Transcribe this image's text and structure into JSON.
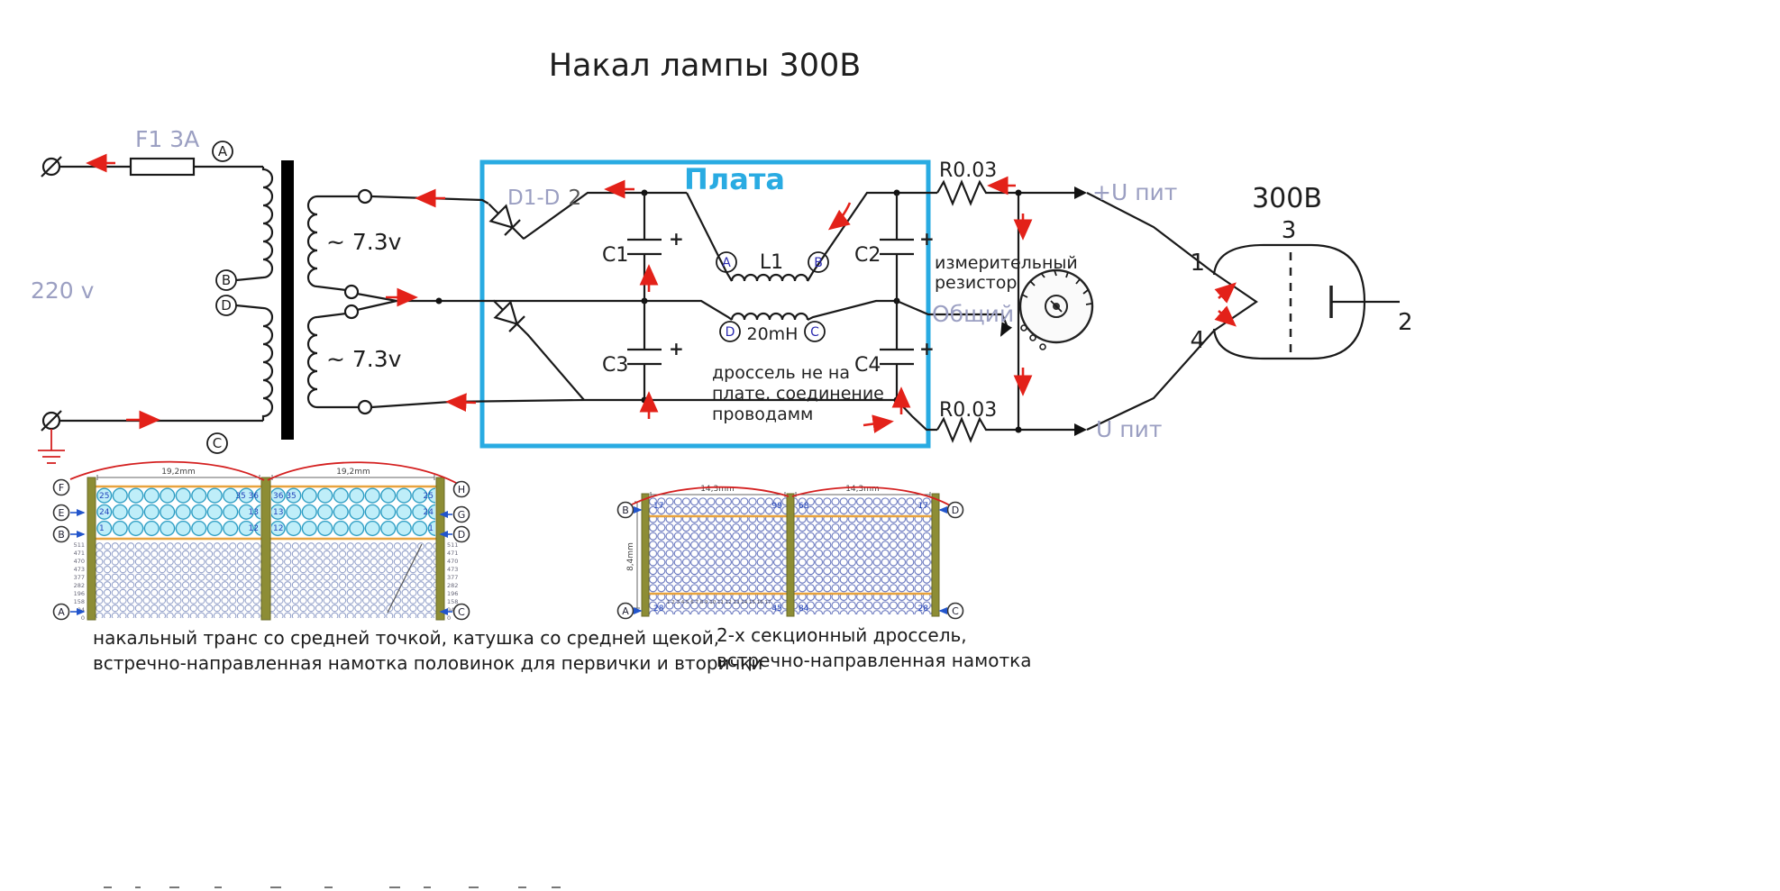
{
  "title": "Накал лампы 300В",
  "colors": {
    "accent_blue": "#29abe2",
    "label_gray": "#9b9fc2",
    "annotation_red": "#e32119",
    "wire_black": "#1a1a1a",
    "coil_cyan": "#bfeef9",
    "flange_olive": "#8d8d35",
    "separator_orange": "#e8a33d",
    "dim_blue": "#2255cc"
  },
  "schematic": {
    "mains_voltage": "220 v",
    "fuse_label": "F1 3A",
    "terminal_a": "A",
    "terminal_b": "B",
    "terminal_c": "C",
    "terminal_d": "D",
    "secondary_top_voltage": "~ 7.3v",
    "secondary_bottom_voltage": "~ 7.3v",
    "board_label": "Плата",
    "diode_label_gray": "D1-D",
    "diode_label_dark": "2",
    "cap1": "C1",
    "cap2": "C2",
    "cap3": "C3",
    "cap4": "C4",
    "cap_plus": "+",
    "choke_label": "L1",
    "choke_value": "20mH",
    "choke_a": "A",
    "choke_b": "B",
    "choke_c": "C",
    "choke_d": "D",
    "choke_note_line1": "дроссель не на",
    "choke_note_line2": "плате, соединение",
    "choke_note_line3": "проводамм",
    "sense_resistor_top": "R0.03",
    "sense_resistor_bottom": "R0.03",
    "measuring_resistor_line1": "измерительный",
    "measuring_resistor_line2": "резистор",
    "rail_positive": "+U пит",
    "rail_common": "Общий",
    "rail_negative": "U пит",
    "tube_name": "300В",
    "tube_pin1": "1",
    "tube_pin2": "2",
    "tube_pin3": "3",
    "tube_pin4": "4"
  },
  "coil_transformer": {
    "dim_left": "19,2mm",
    "dim_right": "19,2mm",
    "section1_rows": [
      {
        "left": "25",
        "right": "35 36"
      },
      {
        "left": "24",
        "right": "13"
      },
      {
        "left": "1",
        "right": "12"
      }
    ],
    "section2_rows": [
      {
        "left": "36 35",
        "right": "25"
      },
      {
        "left": "13",
        "right": "24"
      },
      {
        "left": "12",
        "right": "1"
      }
    ],
    "left_terminals": [
      "F",
      "E",
      "B",
      "A"
    ],
    "right_terminals": [
      "H",
      "G",
      "D",
      "C"
    ],
    "side_numbers_left": [
      "511",
      "471",
      "470",
      "473",
      "377",
      "282",
      "196",
      "158",
      "94",
      "0"
    ],
    "side_numbers_right": [
      "511",
      "471",
      "470",
      "473",
      "377",
      "282",
      "196",
      "158",
      "94",
      "0"
    ],
    "caption_line1": "накальный транс со средней точкой, катушка со средней щекой,",
    "caption_line2": "встречно-направленная намотка половинок для первички и вторички"
  },
  "coil_choke": {
    "dim_left": "14,3mm",
    "dim_right": "14,3mm",
    "dim_vertical": "8,4mm",
    "corner_numbers": {
      "tl": "17",
      "tm_left": "99",
      "tm_right": "68",
      "tr": "17",
      "bl": "28",
      "bm_left": "45",
      "bm_right": "84",
      "br": "28"
    },
    "turn_numbers": "1 2 3 4 5 6 7 8 9 10 11 12 13 14 15 16 17",
    "left_terminals": [
      "B",
      "A"
    ],
    "right_terminals": [
      "D",
      "C"
    ],
    "caption_line1": "2-х секционный дроссель,",
    "caption_line2": "встречно-направленная намотка"
  }
}
